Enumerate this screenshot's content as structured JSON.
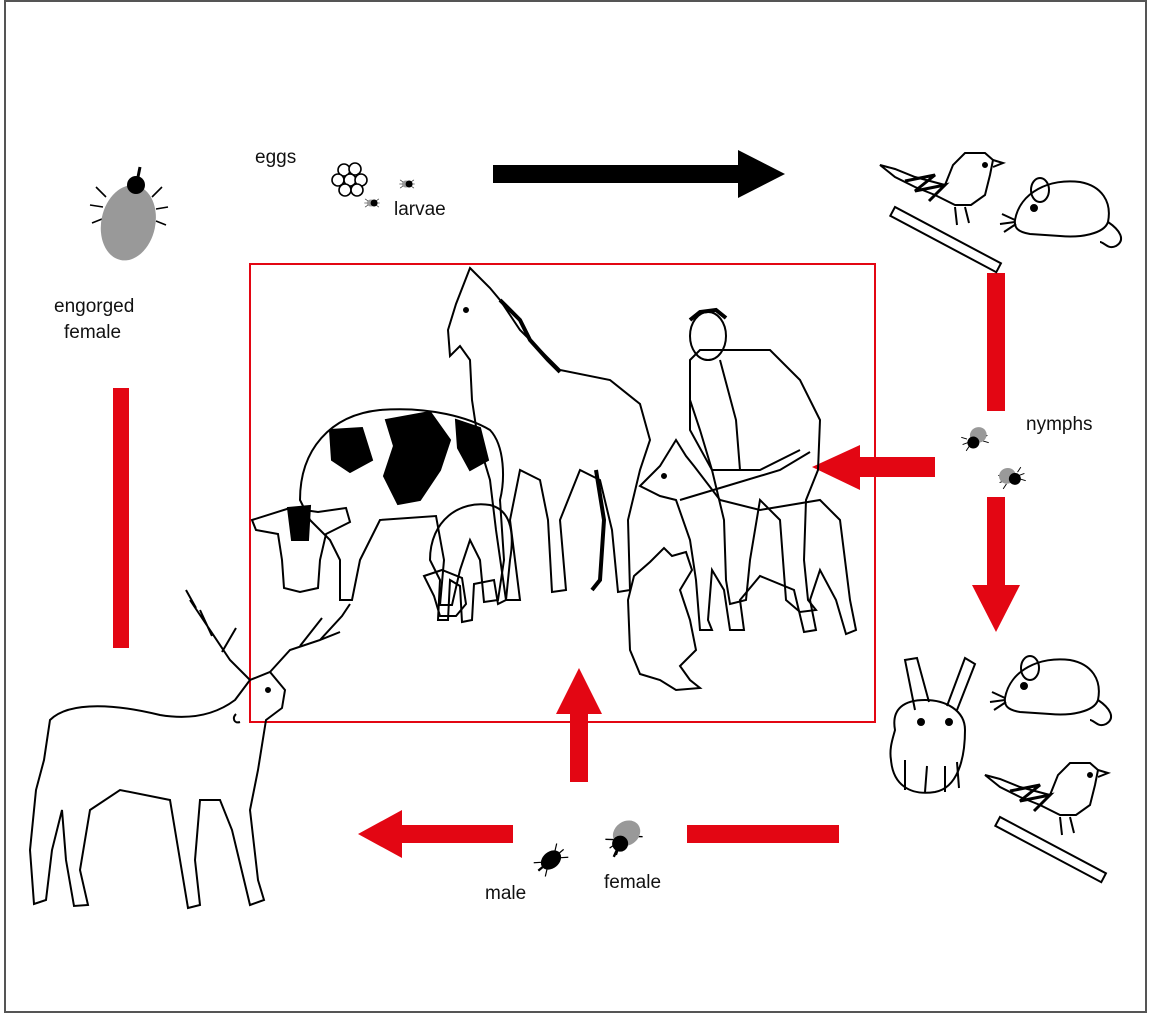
{
  "diagram": {
    "labels": {
      "eggs": "eggs",
      "larvae": "larvae",
      "engorged_female_line1": "engorged",
      "engorged_female_line2": "female",
      "nymphs": "nymphs",
      "male": "male",
      "female": "female"
    },
    "colors": {
      "arrow_primary": "#e30613",
      "arrow_secondary": "#000000",
      "box_border": "#e30613",
      "tick_body": "#999999",
      "tick_dark": "#000000",
      "frame": "#555555"
    },
    "icons": [
      "tick-icon",
      "eggs-icon",
      "bird-icon",
      "mouse-icon",
      "rabbit-icon",
      "deer-icon",
      "cow-icon",
      "horse-icon",
      "sheep-icon",
      "dog-icon",
      "cat-icon",
      "man-icon"
    ]
  }
}
